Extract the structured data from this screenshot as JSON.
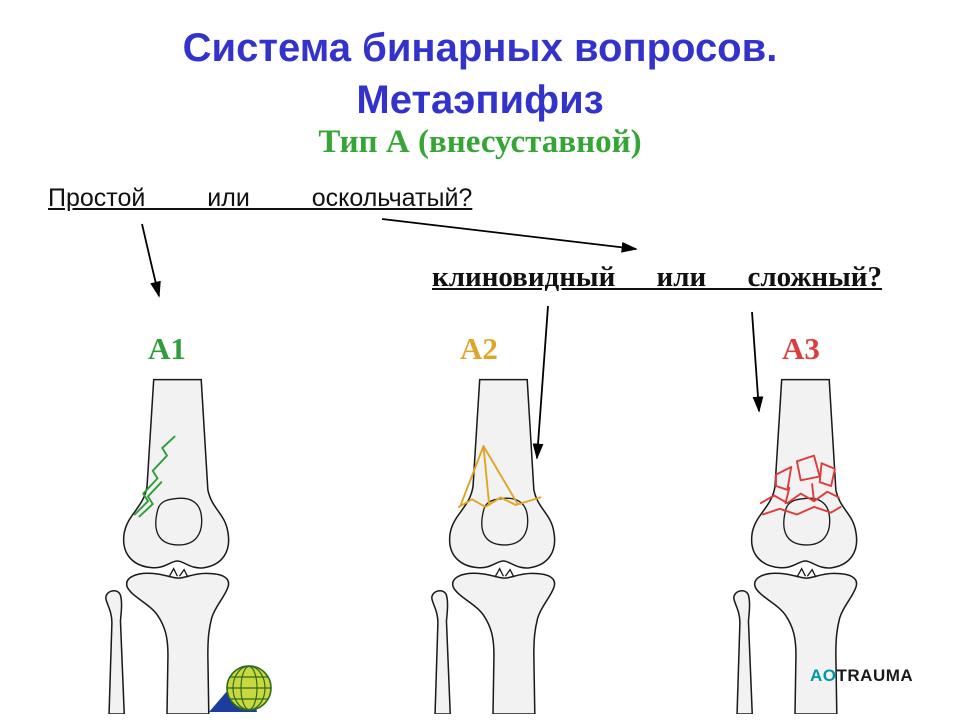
{
  "slide": {
    "title": {
      "line1": "Система бинарных вопросов.",
      "line2": "Метаэпифиз",
      "color": "#3333CC"
    },
    "subtitle": {
      "text": "Тип А (внесуставной)",
      "color": "#35A535"
    },
    "questions": {
      "simple_or_comminuted": "Простой или оскольчатый?",
      "wedge_or_complex": "клиновидный или сложный?"
    }
  },
  "classifications": {
    "a1": {
      "label": "A1",
      "color": "#2E9E3A",
      "fracture_icon": "simple-fracture-line"
    },
    "a2": {
      "label": "A2",
      "color": "#E0A526",
      "fracture_icon": "wedge-fracture-lines"
    },
    "a3": {
      "label": "A3",
      "color": "#DD3C3C",
      "fracture_icon": "complex-fracture-fragments"
    }
  },
  "logo": {
    "ao": "AO",
    "trauma": "TRAUMA",
    "ao_color": "#0097A7",
    "globe": {
      "icon": "globe-triangle-icon",
      "triangle_color": "#1C3C9E",
      "globe_fill": "#C9D83F",
      "line_color": "#2F6B1F"
    }
  }
}
